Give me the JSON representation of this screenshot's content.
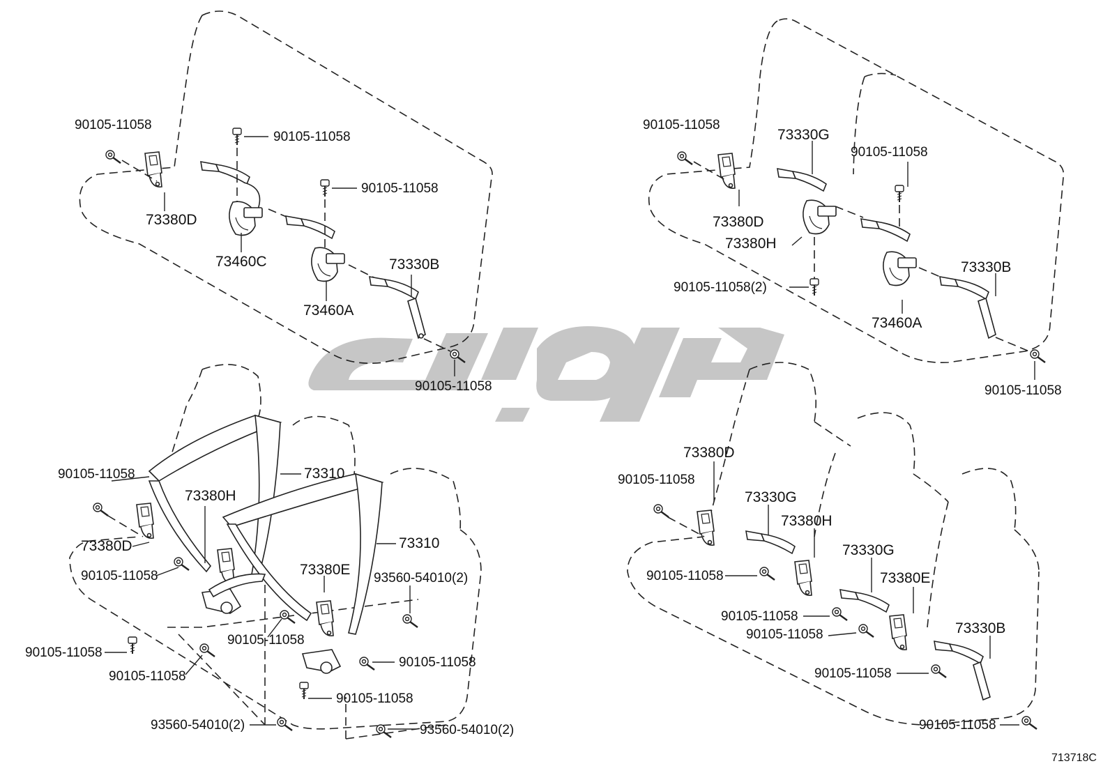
{
  "diagram_code": "713718C",
  "watermark_text": "قطعه یدکی",
  "upper_left": {
    "labels": [
      "90105-11058",
      "90105-11058",
      "90105-11058",
      "73380D",
      "73460C",
      "73330B",
      "73460A",
      "90105-11058"
    ]
  },
  "upper_right": {
    "labels": [
      "90105-11058",
      "73330G",
      "90105-11058",
      "73380D",
      "73380H",
      "90105-11058(2)",
      "73330B",
      "73460A",
      "90105-11058"
    ]
  },
  "lower_left": {
    "labels": [
      "90105-11058",
      "73310",
      "73380H",
      "73310",
      "73380D",
      "90105-11058",
      "73380E",
      "93560-54010(2)",
      "90105-11058",
      "90105-11058",
      "90105-11058",
      "90105-11058",
      "90105-11058",
      "93560-54010(2)",
      "93560-54010(2)"
    ]
  },
  "lower_right": {
    "labels": [
      "73380D",
      "90105-11058",
      "73330G",
      "73380H",
      "90105-11058",
      "73330G",
      "73380E",
      "90105-11058",
      "90105-11058",
      "73330B",
      "90105-11058",
      "90105-11058"
    ]
  }
}
